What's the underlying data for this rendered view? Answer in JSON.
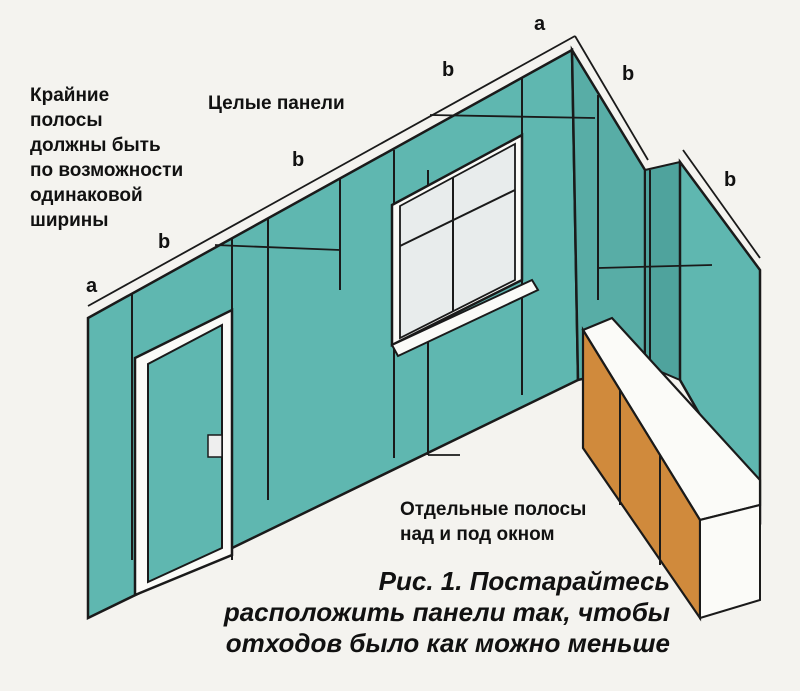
{
  "labels": {
    "edge_strips": "Крайние\nполосы\nдолжны быть\nпо возможности\nодинаковой\nширины",
    "whole_panels": "Целые панели",
    "separate_strips": "Отдельные полосы\nнад и под окном"
  },
  "dimensions": {
    "a_left": "a",
    "b_1": "b",
    "b_2": "b",
    "b_3": "b",
    "a_top": "a",
    "b_4": "b",
    "b_5": "b"
  },
  "caption": {
    "line1": "Рис. 1. Постарайтесь",
    "line2": "расположить панели так, чтобы",
    "line3": "отходов было как можно меньше"
  },
  "colors": {
    "wall": "#5fb7b0",
    "wall_side": "#58ada6",
    "cabinet": "#d08a3c",
    "outline": "#1a1a1a"
  }
}
